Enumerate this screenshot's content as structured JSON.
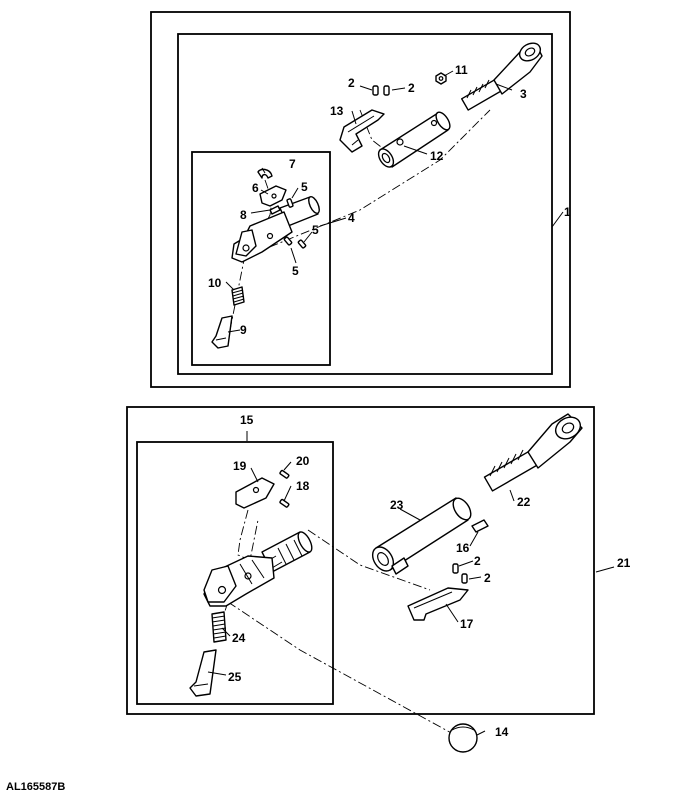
{
  "figure_id": "AL165587B",
  "callouts": {
    "c1": "1",
    "c2a": "2",
    "c2b": "2",
    "c3": "3",
    "c4": "4",
    "c5a": "5",
    "c5b": "5",
    "c5c": "5",
    "c6": "6",
    "c7": "7",
    "c8": "8",
    "c9": "9",
    "c10": "10",
    "c11": "11",
    "c12": "12",
    "c13": "13",
    "c14": "14",
    "c15": "15",
    "c16": "16",
    "c17": "17",
    "c18": "18",
    "c19": "19",
    "c20": "20",
    "c21": "21",
    "c22": "22",
    "c23": "23",
    "c24": "24",
    "c25": "25",
    "c2c": "2",
    "c2d": "2"
  }
}
